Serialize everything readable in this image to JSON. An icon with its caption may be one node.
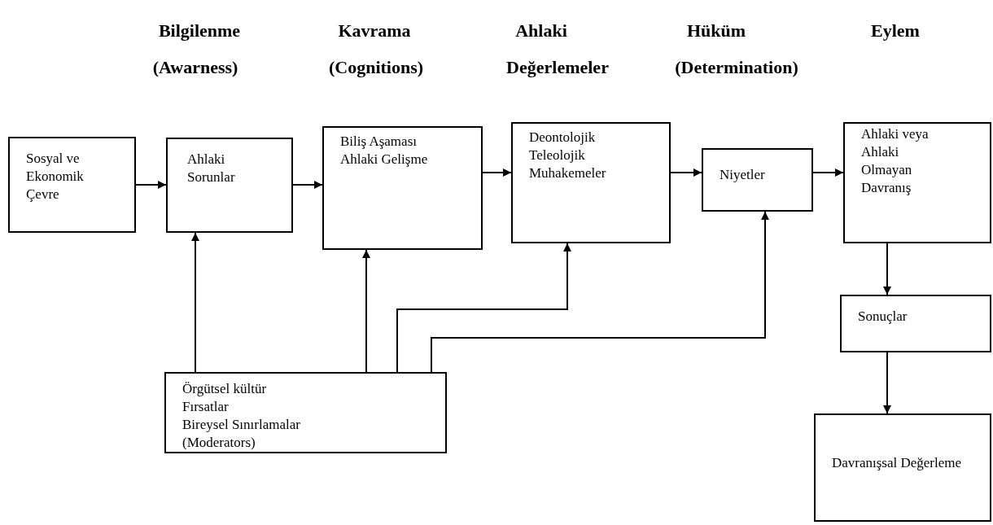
{
  "diagram": {
    "nodes": [
      {
        "text": [
          "Sosyal ve Ekonomik Çevre"
        ]
      },
      {
        "text": [
          "Ahlaki Sorunlar"
        ]
      },
      {
        "text": [
          "Biliş Aşaması Ahlaki Gelişme"
        ]
      },
      {
        "text": [
          "Deontolojik Teleolojik Muhakemeler"
        ]
      },
      {
        "text": [
          "Niyetler"
        ]
      },
      {
        "text": [
          "Ahlaki veya Ahlaki Olmayan Davranış"
        ]
      },
      {
        "text": [
          "Sonuçlar"
        ]
      },
      {
        "text": [
          "Davranışsal Değerleme"
        ]
      },
      {
        "text": [
          "Örgütsel kültür",
          "Fırsatlar",
          "Bireysel Sınırlamalar",
          "(Moderators)"
        ]
      }
    ],
    "edges": [
      {
        "from": 0,
        "to": 1,
        "arrow": "to"
      },
      {
        "from": 1,
        "to": 2,
        "arrow": "to"
      },
      {
        "from": 2,
        "to": 3,
        "arrow": "to"
      },
      {
        "from": 3,
        "to": 4,
        "arrow": "to"
      },
      {
        "from": 4,
        "to": 5,
        "arrow": "to"
      },
      {
        "from": 5,
        "to": 6,
        "arrow": "to"
      },
      {
        "from": 6,
        "to": 7,
        "arrow": "to"
      },
      {
        "from": 8,
        "to": 1,
        "arrow": "to"
      },
      {
        "from": 8,
        "to": 2,
        "arrow": "to"
      },
      {
        "from": 8,
        "to": 3,
        "arrow": "to"
      },
      {
        "from": 8,
        "to": 4,
        "arrow": "to"
      }
    ],
    "labels": [
      "Bilgilenme",
      "Kavrama",
      "Ahlaki",
      "Hüküm",
      "Eylem",
      "(Awarness)",
      "(Cognitions)",
      "Değerlemeler",
      "(Determination)"
    ]
  }
}
